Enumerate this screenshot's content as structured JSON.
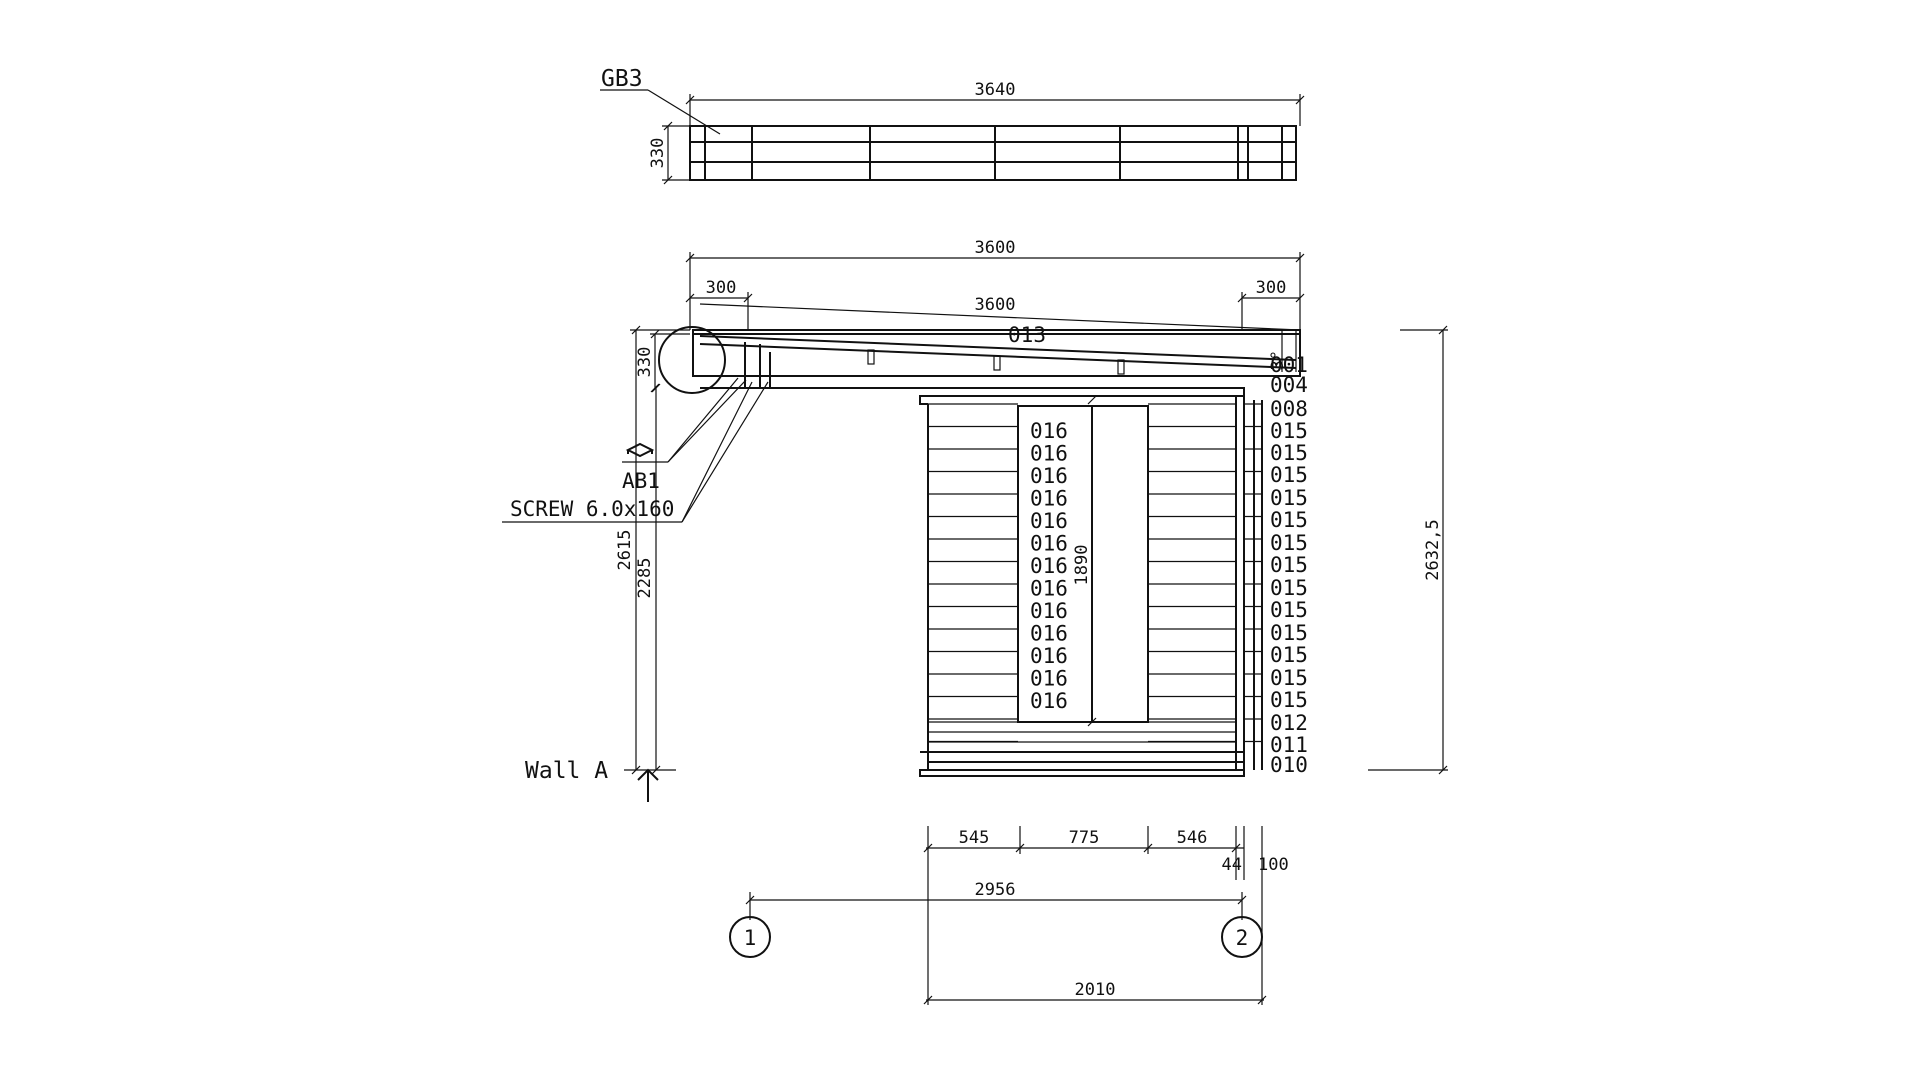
{
  "drawing": {
    "labels": {
      "gb3": "GB3",
      "ab1": "AB1",
      "screw": "SCREW 6.0x160",
      "wall": "Wall  A",
      "part_013": "013",
      "angle": "3°"
    },
    "dimensions": {
      "gb3_width": "3640",
      "gb3_height": "330",
      "roof_total": "3600",
      "roof_slope": "3600",
      "overhang_left": "300",
      "overhang_right": "300",
      "roof_height": "330",
      "total_height_left": "2615",
      "wall_height": "2285",
      "door_height": "1890",
      "total_height_right": "2632,5",
      "seg_545": "545",
      "seg_775": "775",
      "seg_546": "546",
      "seg_44": "44",
      "seg_100": "100",
      "axis_span": "2956",
      "base_width": "2010"
    },
    "axes": {
      "a1": "1",
      "a2": "2"
    },
    "door_parts": [
      "016",
      "016",
      "016",
      "016",
      "016",
      "016",
      "016",
      "016",
      "016",
      "016",
      "016",
      "016",
      "016"
    ],
    "right_parts": [
      "001",
      "004",
      "008",
      "015",
      "015",
      "015",
      "015",
      "015",
      "015",
      "015",
      "015",
      "015",
      "015",
      "015",
      "015",
      "015",
      "012",
      "011",
      "010"
    ]
  }
}
